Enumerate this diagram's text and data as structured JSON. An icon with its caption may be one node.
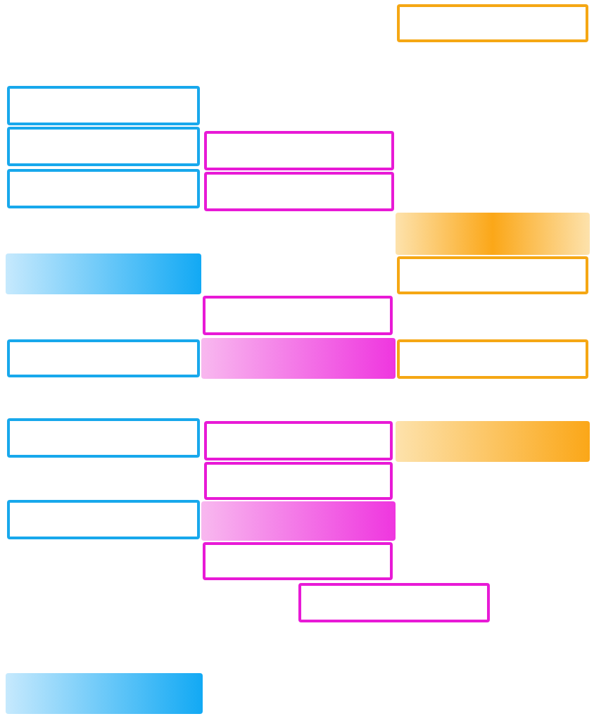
{
  "diagram": {
    "nodes": [
      {
        "text": [],
        "shape": "box"
      },
      {
        "text": [],
        "shape": "box"
      },
      {
        "text": [],
        "shape": "box"
      },
      {
        "text": [],
        "shape": "box"
      },
      {
        "text": [],
        "shape": "box"
      },
      {
        "text": [],
        "shape": "box"
      },
      {
        "text": [],
        "shape": "bar"
      },
      {
        "text": [],
        "shape": "bar"
      },
      {
        "text": [],
        "shape": "box"
      },
      {
        "text": [],
        "shape": "box"
      },
      {
        "text": [],
        "shape": "box"
      },
      {
        "text": [],
        "shape": "bar"
      },
      {
        "text": [],
        "shape": "box"
      },
      {
        "text": [],
        "shape": "box"
      },
      {
        "text": [],
        "shape": "box"
      },
      {
        "text": [],
        "shape": "bar"
      },
      {
        "text": [],
        "shape": "box"
      },
      {
        "text": [],
        "shape": "box"
      },
      {
        "text": [],
        "shape": "bar"
      },
      {
        "text": [],
        "shape": "box"
      },
      {
        "text": [],
        "shape": "box"
      },
      {
        "text": [],
        "shape": "bar"
      }
    ]
  }
}
